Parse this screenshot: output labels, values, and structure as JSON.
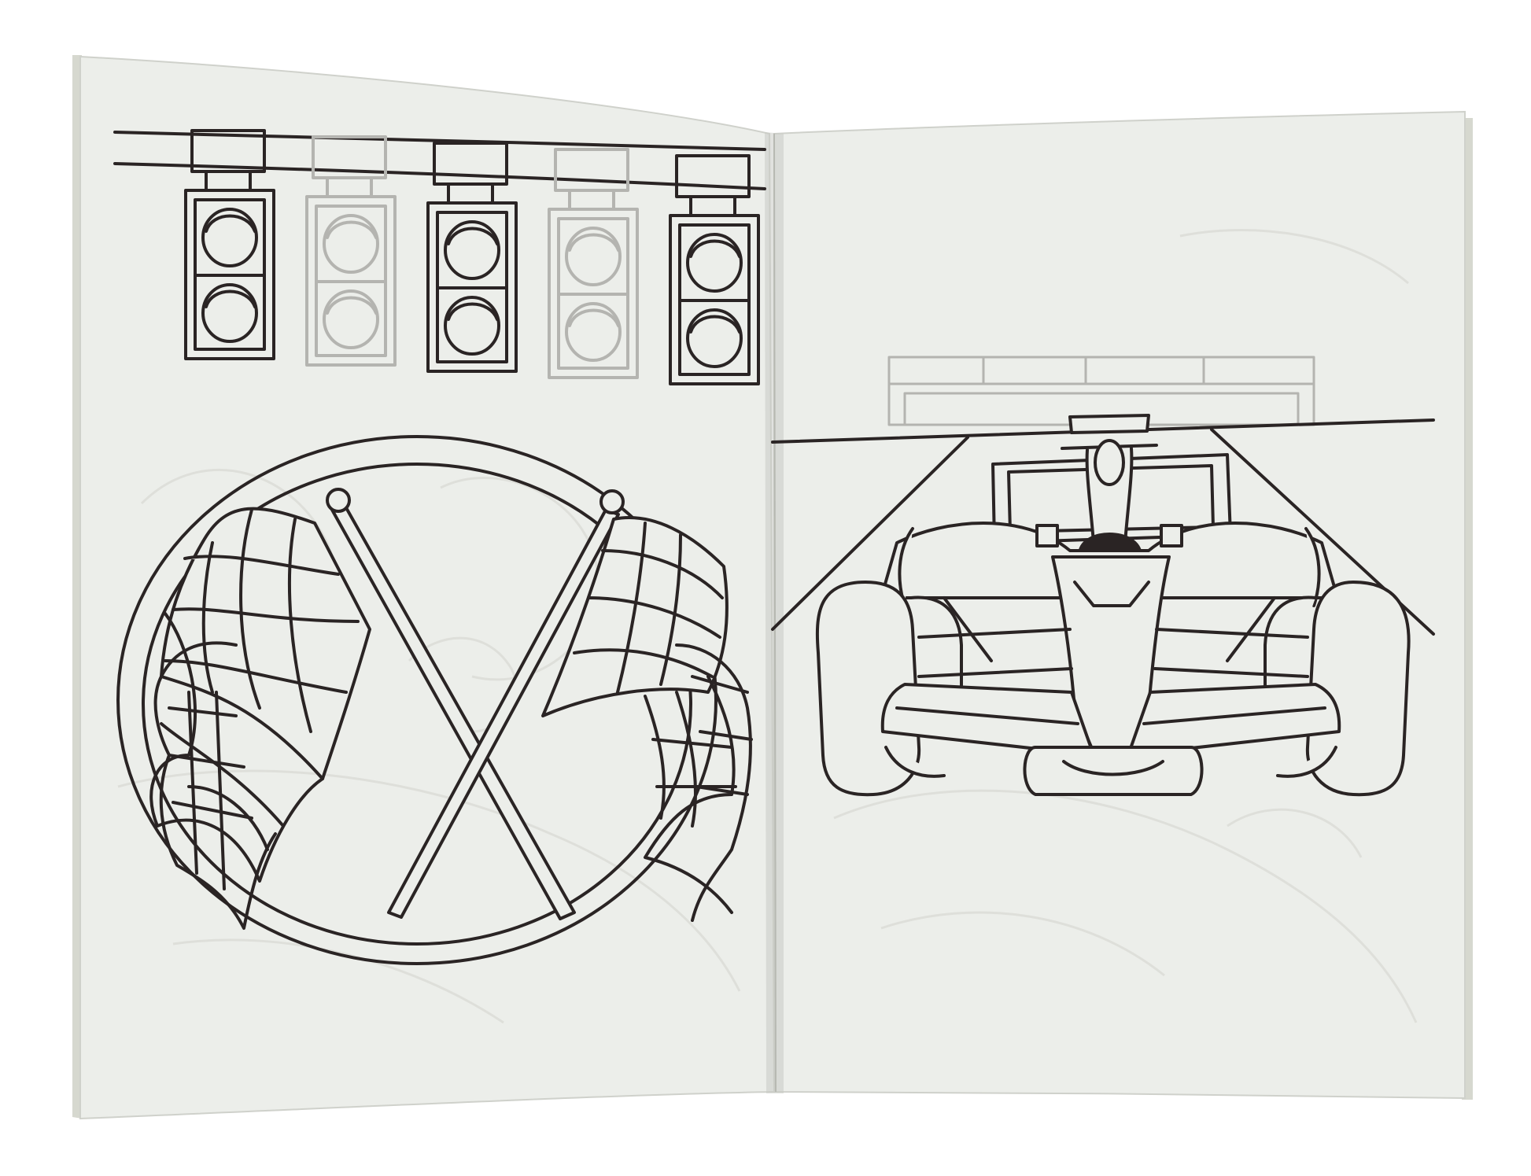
{
  "scene": {
    "subject": "open-coloring-book",
    "colors": {
      "background": "#ffffff",
      "paper": "#eceeea",
      "paper_edge": "#cfd1cb",
      "cover_edge": "#d6d8cf",
      "ink": "#2a2424",
      "ink_faded": "#b4b4b0",
      "ghost": "#dedfda",
      "spine_shadow": "#c9cbc5"
    },
    "left_page": {
      "drawing": "starting-lights-and-crossed-checkered-flags",
      "traffic_light_units": [
        {
          "faded": false
        },
        {
          "faded": true
        },
        {
          "faded": false
        },
        {
          "faded": true
        },
        {
          "faded": false
        }
      ]
    },
    "right_page": {
      "drawing": "formula-race-car-front-view"
    }
  }
}
